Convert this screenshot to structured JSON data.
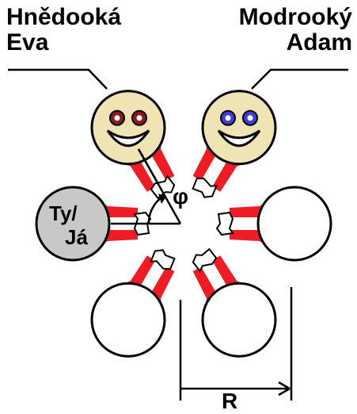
{
  "labels": {
    "eva_line1": "Hnědooká",
    "eva_line2": "Eva",
    "adam_line1": "Modrooký",
    "adam_line2": "Adam",
    "you_line1": "Ty/",
    "you_line2": "Já",
    "angle": "φ",
    "radius": "R"
  },
  "colors": {
    "arm": "#ee1c24",
    "face": "#f0e3b4",
    "eva_eye": "#8b1a1a",
    "adam_eye": "#3f3fd8",
    "you_fill": "#c8c8c8",
    "outline": "#000000"
  },
  "seats": [
    {
      "id": "eva",
      "kind": "face",
      "eye_color": "brown"
    },
    {
      "id": "adam",
      "kind": "face",
      "eye_color": "blue"
    },
    {
      "id": "right",
      "kind": "empty"
    },
    {
      "id": "bottom-right",
      "kind": "empty"
    },
    {
      "id": "bottom-left",
      "kind": "empty"
    },
    {
      "id": "you",
      "kind": "you"
    }
  ]
}
